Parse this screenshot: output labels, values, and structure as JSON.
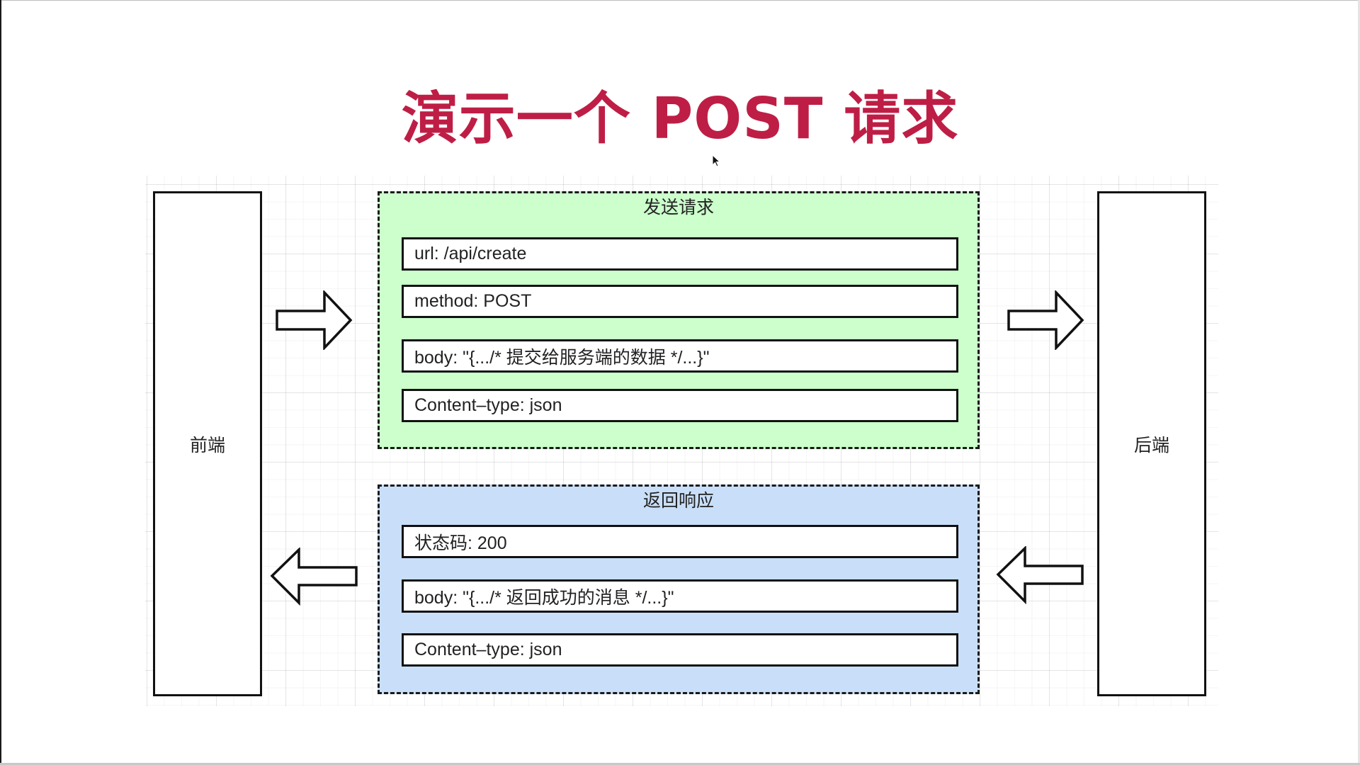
{
  "title": "演示一个 POST 请求",
  "nodes": {
    "frontend": "前端",
    "backend": "后端"
  },
  "request": {
    "title": "发送请求",
    "rows": [
      "url: /api/create",
      "method: POST",
      "body: \"{.../* 提交给服务端的数据 */...}\"",
      "Content–type: json"
    ]
  },
  "response": {
    "title": "返回响应",
    "rows": [
      "状态码: 200",
      "body: \"{.../* 返回成功的消息 */...}\"",
      "Content–type: json"
    ]
  },
  "colors": {
    "title": "#BE1E45",
    "request_fill": "#CCFFCC",
    "response_fill": "#C9DFF9",
    "stroke": "#111111"
  },
  "icons": {
    "arrows": [
      "arrow-right-icon",
      "arrow-right-icon",
      "arrow-left-icon",
      "arrow-left-icon"
    ],
    "cursor": "mouse-cursor-icon"
  }
}
